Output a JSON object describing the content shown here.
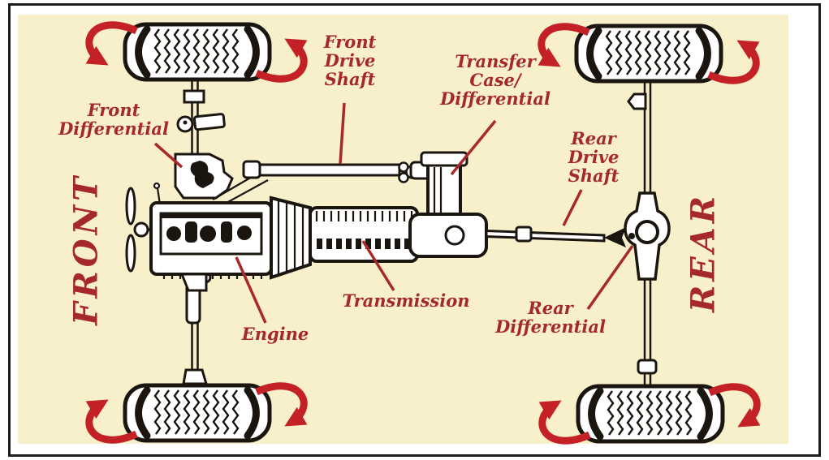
{
  "diagram": {
    "description": "Top-view four-wheel-drive drivetrain diagram with four tires, rotation arrows and red part labels",
    "side_labels": {
      "front": "FRONT",
      "rear": "REAR"
    },
    "part_labels": {
      "front_drive_shaft": "Front\nDrive\nShaft",
      "front_differential": "Front\nDifferential",
      "transfer_case": "Transfer\nCase/\nDifferential",
      "rear_drive_shaft": "Rear\nDrive\nShaft",
      "transmission": "Transmission",
      "engine": "Engine",
      "rear_differential": "Rear\nDifferential"
    },
    "colors": {
      "background": "#f8f0cb",
      "page": "#ffffff",
      "frame_border": "#1c1c1c",
      "label_red": "#a5292a",
      "arrow_red": "#c42127",
      "line_black": "#1a150f"
    }
  }
}
